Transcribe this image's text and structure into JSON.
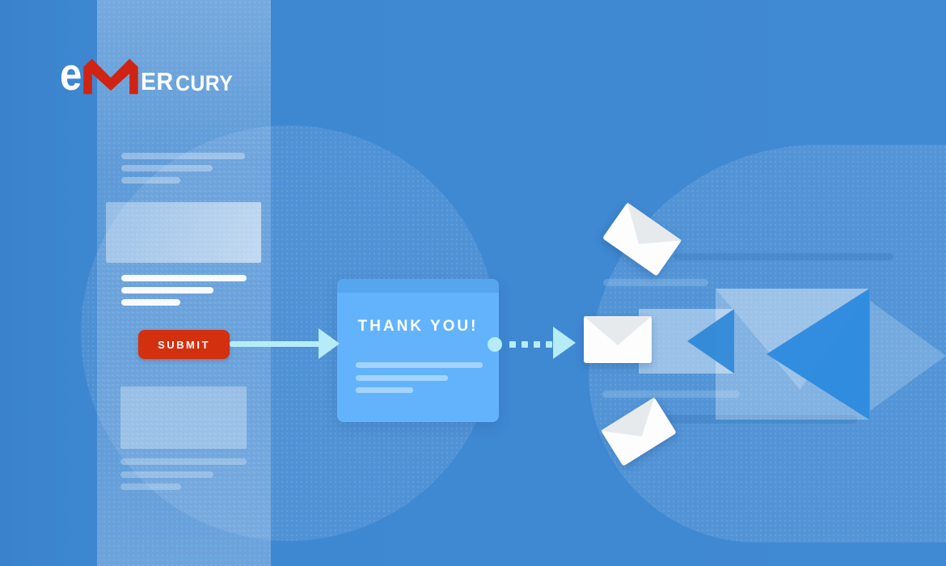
{
  "brand": {
    "name": "eMercury",
    "part_e": "e",
    "part_er": "ER",
    "part_cury": "CURY",
    "logo_icon": "envelope-m-icon"
  },
  "landing_form": {
    "submit_label": "SUBMIT"
  },
  "thank_you_card": {
    "title": "THANK YOU!"
  },
  "flow": {
    "steps": [
      "landing-form",
      "thank-you-card",
      "emails-sent"
    ]
  },
  "colors": {
    "background_blue": "#3e88d2",
    "brand_red": "#d3300f",
    "card_blue": "#63b3fc",
    "card_header_blue": "#55a6ef",
    "arrow_cyan": "#b5ecf7",
    "envelope_white": "#fdfdfd",
    "ghost_envelope_blue": "#2989de"
  }
}
